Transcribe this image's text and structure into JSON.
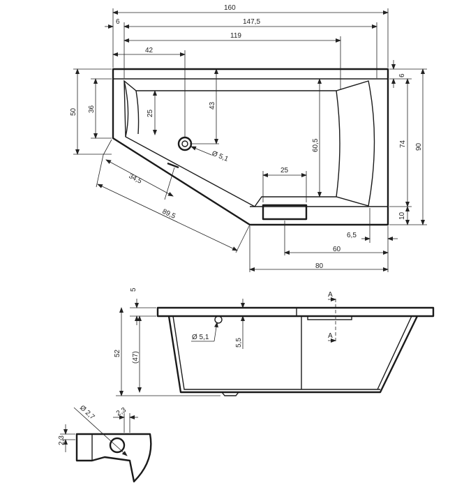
{
  "top_view": {
    "dims": {
      "w160": "160",
      "w6": "6",
      "w147_5": "147,5",
      "w119": "119",
      "w42": "42",
      "h25": "25",
      "h43": "43",
      "h50": "50",
      "h36": "36",
      "d5_1": "Ø 5,1",
      "h60_5": "60,5",
      "w25": "25",
      "d34_5": "34,5",
      "d89_5": "89,5",
      "h6": "6",
      "h74": "74",
      "h90": "90",
      "h10": "10",
      "w6_5": "6,5",
      "w60": "60",
      "w80": "80"
    }
  },
  "side_view": {
    "dims": {
      "h5": "5",
      "h52": "52",
      "h47": "(47)",
      "d5_1": "Ø 5,1",
      "h5_5": "5,5",
      "sec_a_top": "A",
      "sec_a_bottom": "A"
    }
  },
  "detail_view": {
    "dims": {
      "d2_7": "Ø 2,7",
      "w2_3": "2,3",
      "h2_3": "2,3"
    }
  }
}
